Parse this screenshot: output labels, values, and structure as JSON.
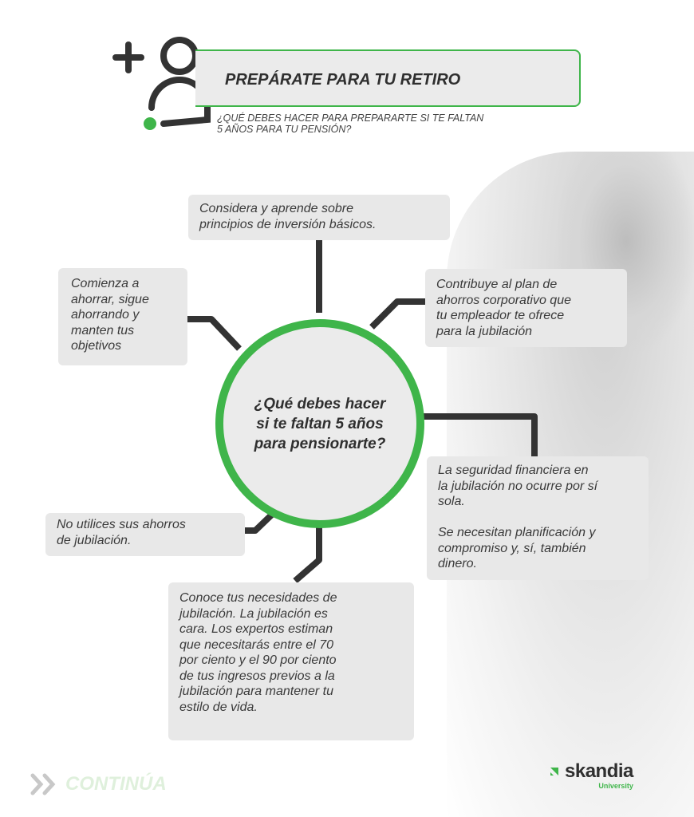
{
  "header": {
    "title": "PREPÁRATE PARA TU RETIRO",
    "subtitle": "¿QUÉ DEBES HACER PARA PREPARARTE SI TE FALTAN\n5 AÑOS PARA TU PENSIÓN?",
    "icon": "add-user-icon"
  },
  "center": {
    "question": "¿Qué debes hacer\nsi te faltan 5 años\npara pensionarte?"
  },
  "tips": [
    "Considera y aprende sobre\nprincipios de inversión básicos.",
    "Comienza a\nahorrar, sigue\nahorrando y\nmanten tus\nobjetivos",
    "Contribuye al plan de\nahorros corporativo que\ntu empleador te ofrece\npara la jubilación",
    "La seguridad financiera en\nla jubilación no ocurre por sí\nsola.\n\nSe necesitan planificación y\ncompromiso y, sí, también\ndinero.",
    "No utilices sus ahorros\nde jubilación.",
    "Conoce tus necesidades de\njubilación. La jubilación es\ncara. Los expertos estiman\nque necesitarás entre el 70\npor ciento y el 90 por ciento\nde tus ingresos previos a la\njubilación para mantener tu\nestilo de vida."
  ],
  "footer": {
    "continue_label": "CONTINÚA",
    "brand": "skandia",
    "brand_sub": "University"
  },
  "colors": {
    "accent": "#3fb54a",
    "dark": "#333333",
    "box": "#e8e8e8"
  }
}
